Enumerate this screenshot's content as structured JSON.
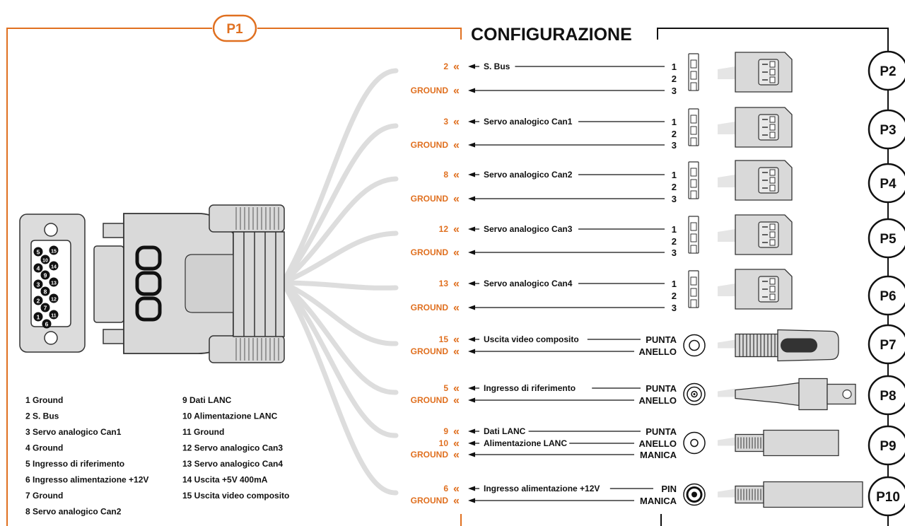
{
  "title": "CONFIGURAZIONE",
  "main_port": "P1",
  "ground_label": "GROUND",
  "colors": {
    "accent": "#e07020",
    "ink": "#111111",
    "cable": "#dddddd",
    "body": "#d9d9d9"
  },
  "pin_legend_left": [
    "1  Ground",
    "2  S. Bus",
    "3  Servo analogico Can1",
    "4  Ground",
    "5  Ingresso di riferimento",
    "6  Ingresso alimentazione +12V",
    "7  Ground",
    "8  Servo analogico Can2"
  ],
  "pin_legend_right": [
    "9  Dati LANC",
    "10  Alimentazione LANC",
    "11  Ground",
    "12  Servo analogico Can3",
    "13  Servo analogico Can4",
    "14  Uscita +5V 400mA",
    "15  Uscita video composito"
  ],
  "db15_pin_numbers": [
    "5",
    "15",
    "10",
    "4",
    "14",
    "9",
    "3",
    "13",
    "8",
    "2",
    "12",
    "7",
    "1",
    "11",
    "6"
  ],
  "outputs": [
    {
      "port": "P2",
      "connector": "servo",
      "signals": [
        {
          "pin": "2",
          "text": "S. Bus",
          "end": "1"
        },
        {
          "pin": "",
          "text": "",
          "end": "2"
        },
        {
          "pin": "GROUND",
          "text": "",
          "end": "3"
        }
      ]
    },
    {
      "port": "P3",
      "connector": "servo",
      "signals": [
        {
          "pin": "3",
          "text": "Servo analogico Can1",
          "end": "1"
        },
        {
          "pin": "",
          "text": "",
          "end": "2"
        },
        {
          "pin": "GROUND",
          "text": "",
          "end": "3"
        }
      ]
    },
    {
      "port": "P4",
      "connector": "servo",
      "signals": [
        {
          "pin": "8",
          "text": "Servo analogico Can2",
          "end": "1"
        },
        {
          "pin": "",
          "text": "",
          "end": "2"
        },
        {
          "pin": "GROUND",
          "text": "",
          "end": "3"
        }
      ]
    },
    {
      "port": "P5",
      "connector": "servo",
      "signals": [
        {
          "pin": "12",
          "text": "Servo analogico Can3",
          "end": "1"
        },
        {
          "pin": "",
          "text": "",
          "end": "2"
        },
        {
          "pin": "GROUND",
          "text": "",
          "end": "3"
        }
      ]
    },
    {
      "port": "P6",
      "connector": "servo",
      "signals": [
        {
          "pin": "13",
          "text": "Servo analogico Can4",
          "end": "1"
        },
        {
          "pin": "",
          "text": "",
          "end": "2"
        },
        {
          "pin": "GROUND",
          "text": "",
          "end": "3"
        }
      ]
    },
    {
      "port": "P7",
      "connector": "rca",
      "signals": [
        {
          "pin": "15",
          "text": "Uscita video composito",
          "end": "PUNTA"
        },
        {
          "pin": "GROUND",
          "text": "",
          "end": "ANELLO"
        }
      ]
    },
    {
      "port": "P8",
      "connector": "bnc",
      "signals": [
        {
          "pin": "5",
          "text": "Ingresso di riferimento",
          "end": "PUNTA"
        },
        {
          "pin": "GROUND",
          "text": "",
          "end": "ANELLO"
        }
      ]
    },
    {
      "port": "P9",
      "connector": "jack",
      "signals": [
        {
          "pin": "9",
          "text": "Dati LANC",
          "end": "PUNTA"
        },
        {
          "pin": "10",
          "text": "Alimentazione LANC",
          "end": "ANELLO"
        },
        {
          "pin": "GROUND",
          "text": "",
          "end": "MANICA"
        }
      ]
    },
    {
      "port": "P10",
      "connector": "dc",
      "signals": [
        {
          "pin": "6",
          "text": "Ingresso alimentazione +12V",
          "end": "PIN"
        },
        {
          "pin": "GROUND",
          "text": "",
          "end": "MANICA"
        }
      ]
    }
  ]
}
